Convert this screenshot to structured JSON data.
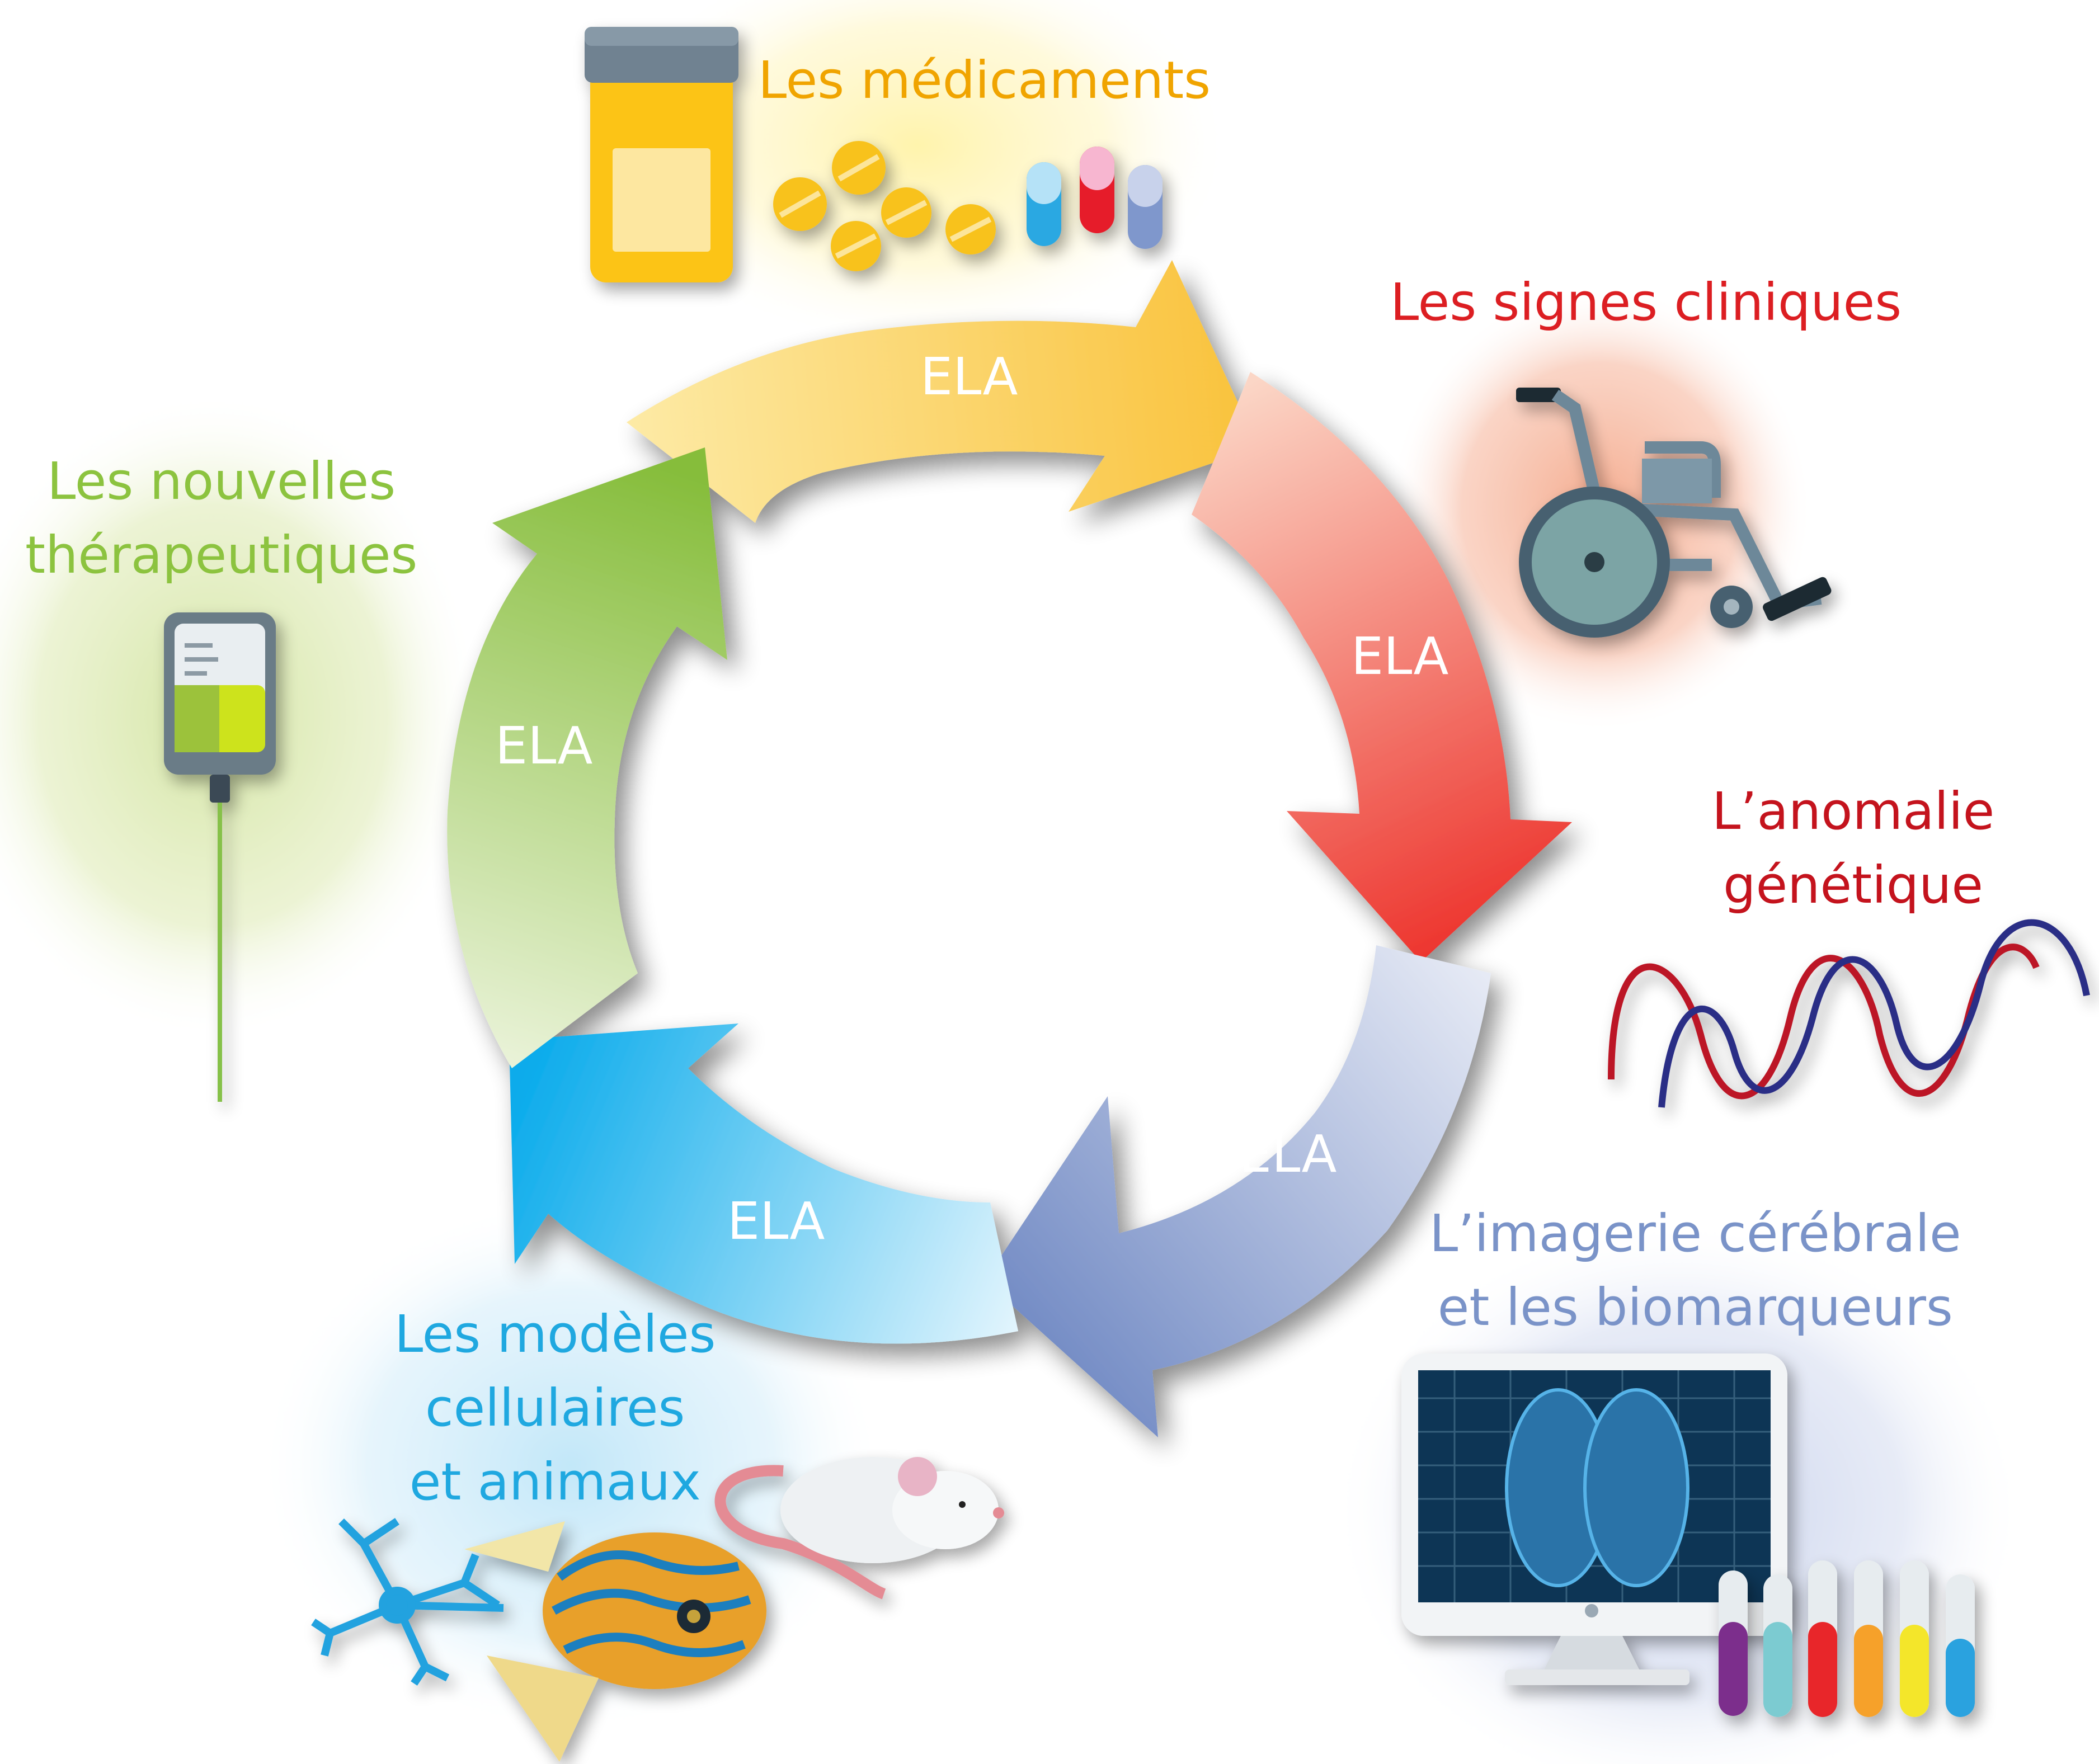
{
  "arrow_label": "ELA",
  "stages": {
    "medicaments": {
      "line1": "Les médicaments"
    },
    "signes": {
      "line1": "Les signes cliniques"
    },
    "anomalie": {
      "line1": "L’anomalie",
      "line2": "génétique"
    },
    "imagerie": {
      "line1": "L’imagerie cérébrale",
      "line2": "et les biomarqueurs"
    },
    "modeles": {
      "line1": "Les modèles",
      "line2": "cellulaires",
      "line3": "et animaux"
    },
    "nouvelles": {
      "line1": "Les nouvelles",
      "line2": "thérapeutiques"
    }
  },
  "colors": {
    "medicaments": "#f0a400",
    "signes": "#dc1e22",
    "anomalie": "#c4131d",
    "imagerie": "#7a93c8",
    "modeles": "#1fa8e0",
    "nouvelles": "#8cc33f"
  },
  "icons": [
    "pill-bottle-icon",
    "pills-icon",
    "capsules-icon",
    "wheelchair-icon",
    "dna-helix-icon",
    "monitor-brain-icon",
    "test-tubes-icon",
    "mouse-icon",
    "fish-icon",
    "neuron-cell-icon",
    "iv-bag-icon"
  ]
}
